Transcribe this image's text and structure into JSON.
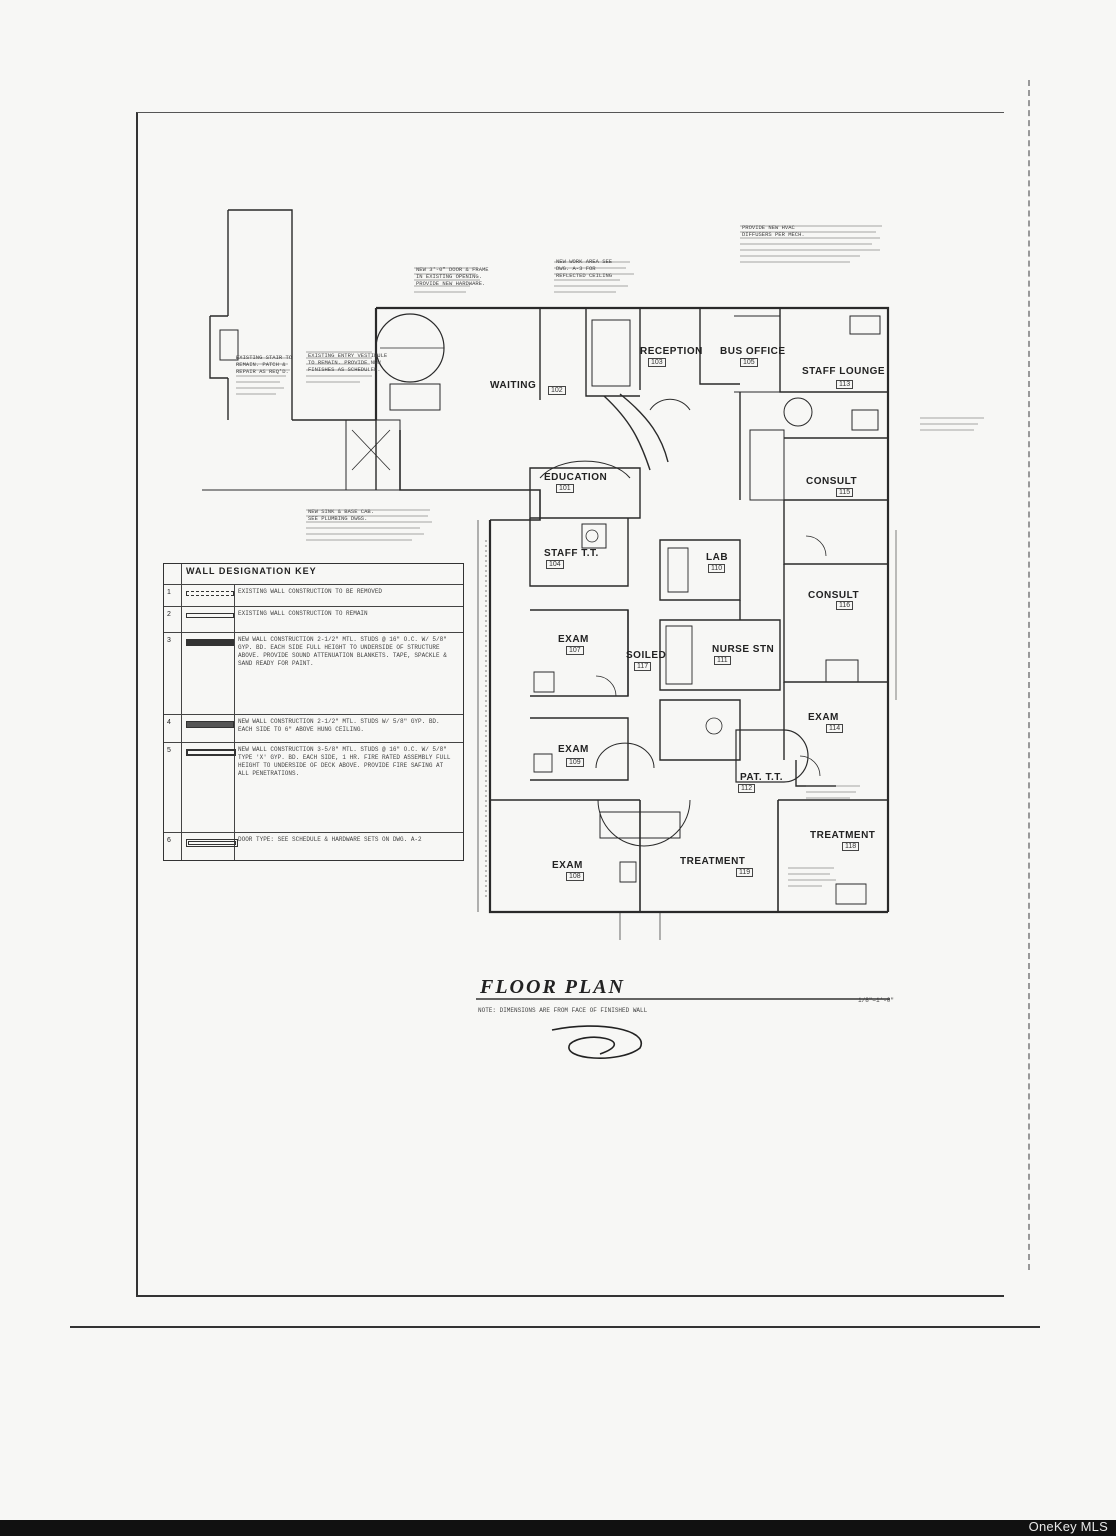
{
  "watermark": "OneKey MLS",
  "plan": {
    "title": "FLOOR PLAN",
    "subtitle": "NOTE: DIMENSIONS ARE FROM FACE OF FINISHED WALL",
    "scale": "1/8\"=1'-0\""
  },
  "rooms": [
    {
      "id": "waiting",
      "label": "WAITING",
      "num": "102"
    },
    {
      "id": "reception",
      "label": "RECEPTION",
      "num": "103"
    },
    {
      "id": "bus-office",
      "label": "BUS OFFICE",
      "num": "105"
    },
    {
      "id": "staff-lounge",
      "label": "STAFF LOUNGE",
      "num": "113"
    },
    {
      "id": "consult-1",
      "label": "CONSULT",
      "num": "115"
    },
    {
      "id": "consult-2",
      "label": "CONSULT",
      "num": "116"
    },
    {
      "id": "education",
      "label": "EDUCATION",
      "num": "101"
    },
    {
      "id": "staff-tlt",
      "label": "STAFF T.T.",
      "num": "104"
    },
    {
      "id": "lab",
      "label": "LAB",
      "num": "110"
    },
    {
      "id": "exam-1",
      "label": "EXAM",
      "num": "107"
    },
    {
      "id": "exam-2",
      "label": "EXAM",
      "num": "109"
    },
    {
      "id": "exam-3",
      "label": "EXAM",
      "num": "108"
    },
    {
      "id": "exam-4",
      "label": "EXAM",
      "num": "114"
    },
    {
      "id": "nurse-stn",
      "label": "NURSE STN",
      "num": "111"
    },
    {
      "id": "pat-tlt",
      "label": "PAT. T.T.",
      "num": "112"
    },
    {
      "id": "treatment-1",
      "label": "TREATMENT",
      "num": "119"
    },
    {
      "id": "treatment-2",
      "label": "TREATMENT",
      "num": "118"
    },
    {
      "id": "soiled",
      "label": "SOILED",
      "num": "117"
    }
  ],
  "wall_key": {
    "title": "WALL DESIGNATION KEY",
    "rows": [
      {
        "num": "1",
        "text": "EXISTING WALL CONSTRUCTION TO BE REMOVED"
      },
      {
        "num": "2",
        "text": "EXISTING WALL CONSTRUCTION TO REMAIN"
      },
      {
        "num": "3",
        "text": "NEW WALL CONSTRUCTION 2-1/2\" MTL. STUDS @ 16\" O.C. W/ 5/8\" GYP. BD. EACH SIDE FULL HEIGHT TO UNDERSIDE OF STRUCTURE ABOVE. PROVIDE SOUND ATTENUATION BLANKETS. TAPE, SPACKLE & SAND READY FOR PAINT."
      },
      {
        "num": "4",
        "text": "NEW WALL CONSTRUCTION 2-1/2\" MTL. STUDS W/ 5/8\" GYP. BD. EACH SIDE TO 6\" ABOVE HUNG CEILING."
      },
      {
        "num": "5",
        "text": "NEW WALL CONSTRUCTION 3-5/8\" MTL. STUDS @ 16\" O.C. W/ 5/8\" TYPE 'X' GYP. BD. EACH SIDE, 1 HR. FIRE RATED ASSEMBLY FULL HEIGHT TO UNDERSIDE OF DECK ABOVE. PROVIDE FIRE SAFING AT ALL PENETRATIONS."
      },
      {
        "num": "6",
        "text": "DOOR TYPE: SEE SCHEDULE & HARDWARE SETS ON DWG. A-2"
      }
    ]
  },
  "notes": [
    "NEW 3'-0\" DOOR & FRAME\nIN EXISTING OPENING.\nPROVIDE NEW HARDWARE.",
    "EXISTING STAIR TO\nREMAIN. PATCH &\nREPAIR AS REQ'D.",
    "NEW WORK AREA SEE\nDWG. A-3 FOR\nREFLECTED CEILING",
    "PROVIDE NEW HVAC\nDIFFUSERS PER MECH.",
    "EXISTING ENTRY VESTIBULE\nTO REMAIN. PROVIDE NEW\nFINISHES AS SCHEDULED.",
    "NEW SINK & BASE CAB.\nSEE PLUMBING DWGS."
  ]
}
